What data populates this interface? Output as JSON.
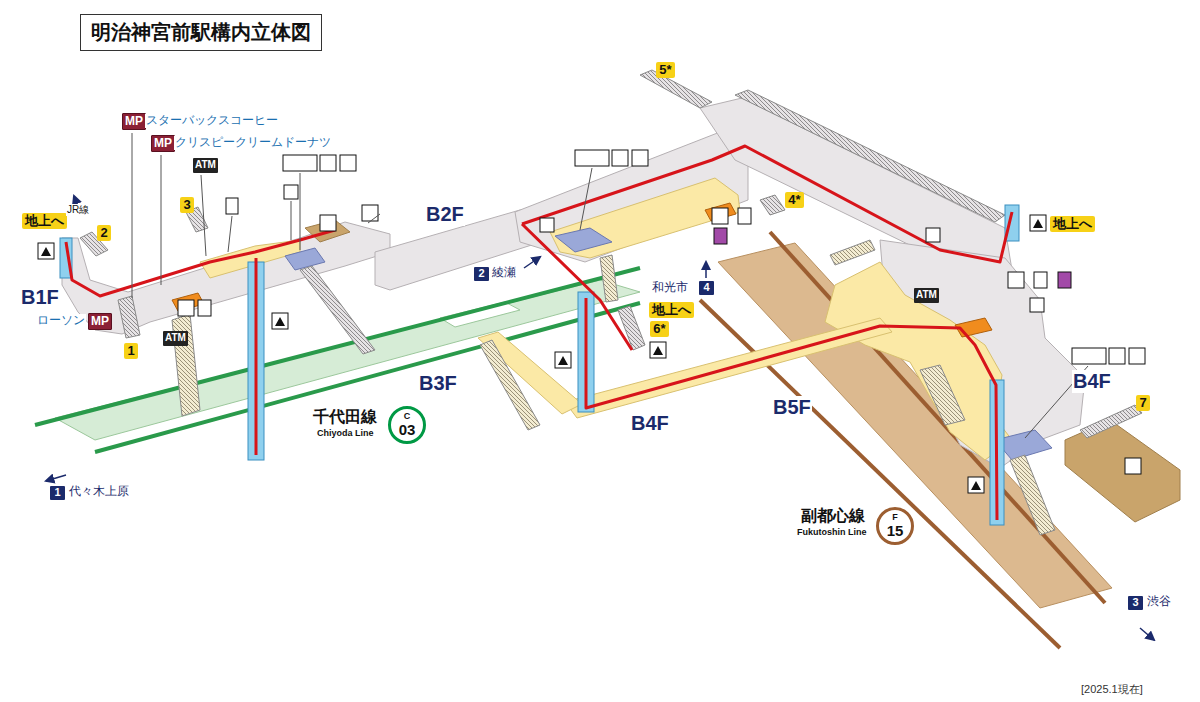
{
  "diagram": {
    "title": "明治神宮前駅構内立体図",
    "nodes": [
      {
        "text": [
          "MP"
        ]
      },
      {
        "text": [
          "MP"
        ]
      },
      {
        "text": [
          "ATM"
        ]
      },
      {
        "text": [
          "3"
        ]
      },
      {
        "text": [
          "地上へ"
        ]
      },
      {
        "text": [
          "2"
        ]
      },
      {
        "text": [
          "MP"
        ]
      },
      {
        "text": [
          "1"
        ]
      },
      {
        "text": [
          "ATM"
        ]
      },
      {
        "text": [
          "2"
        ]
      },
      {
        "text": [
          "5*"
        ]
      },
      {
        "text": [
          "4*"
        ]
      },
      {
        "text": [
          "地上へ"
        ]
      },
      {
        "text": [
          "6*"
        ]
      },
      {
        "text": [
          "4"
        ]
      },
      {
        "text": [
          "地上へ"
        ]
      },
      {
        "text": [
          "ATM"
        ]
      },
      {
        "text": [
          "C",
          "03"
        ]
      },
      {
        "text": [
          "7"
        ]
      },
      {
        "text": [
          "F",
          "15"
        ]
      },
      {
        "text": [
          "1"
        ]
      },
      {
        "text": [
          "3"
        ]
      }
    ],
    "labels": [
      "B1F",
      "JR線",
      "スターバックスコーヒー",
      "クリスピークリームドーナツ",
      "ローソン",
      "B2F",
      "綾瀬",
      "和光市",
      "B3F",
      "千代田線",
      "Chiyoda Line",
      "B4F",
      "B5F",
      "B4F",
      "副都心線",
      "Fukutoshin Line",
      "代々木上原",
      "渋谷",
      "[2025.1現在]"
    ]
  }
}
